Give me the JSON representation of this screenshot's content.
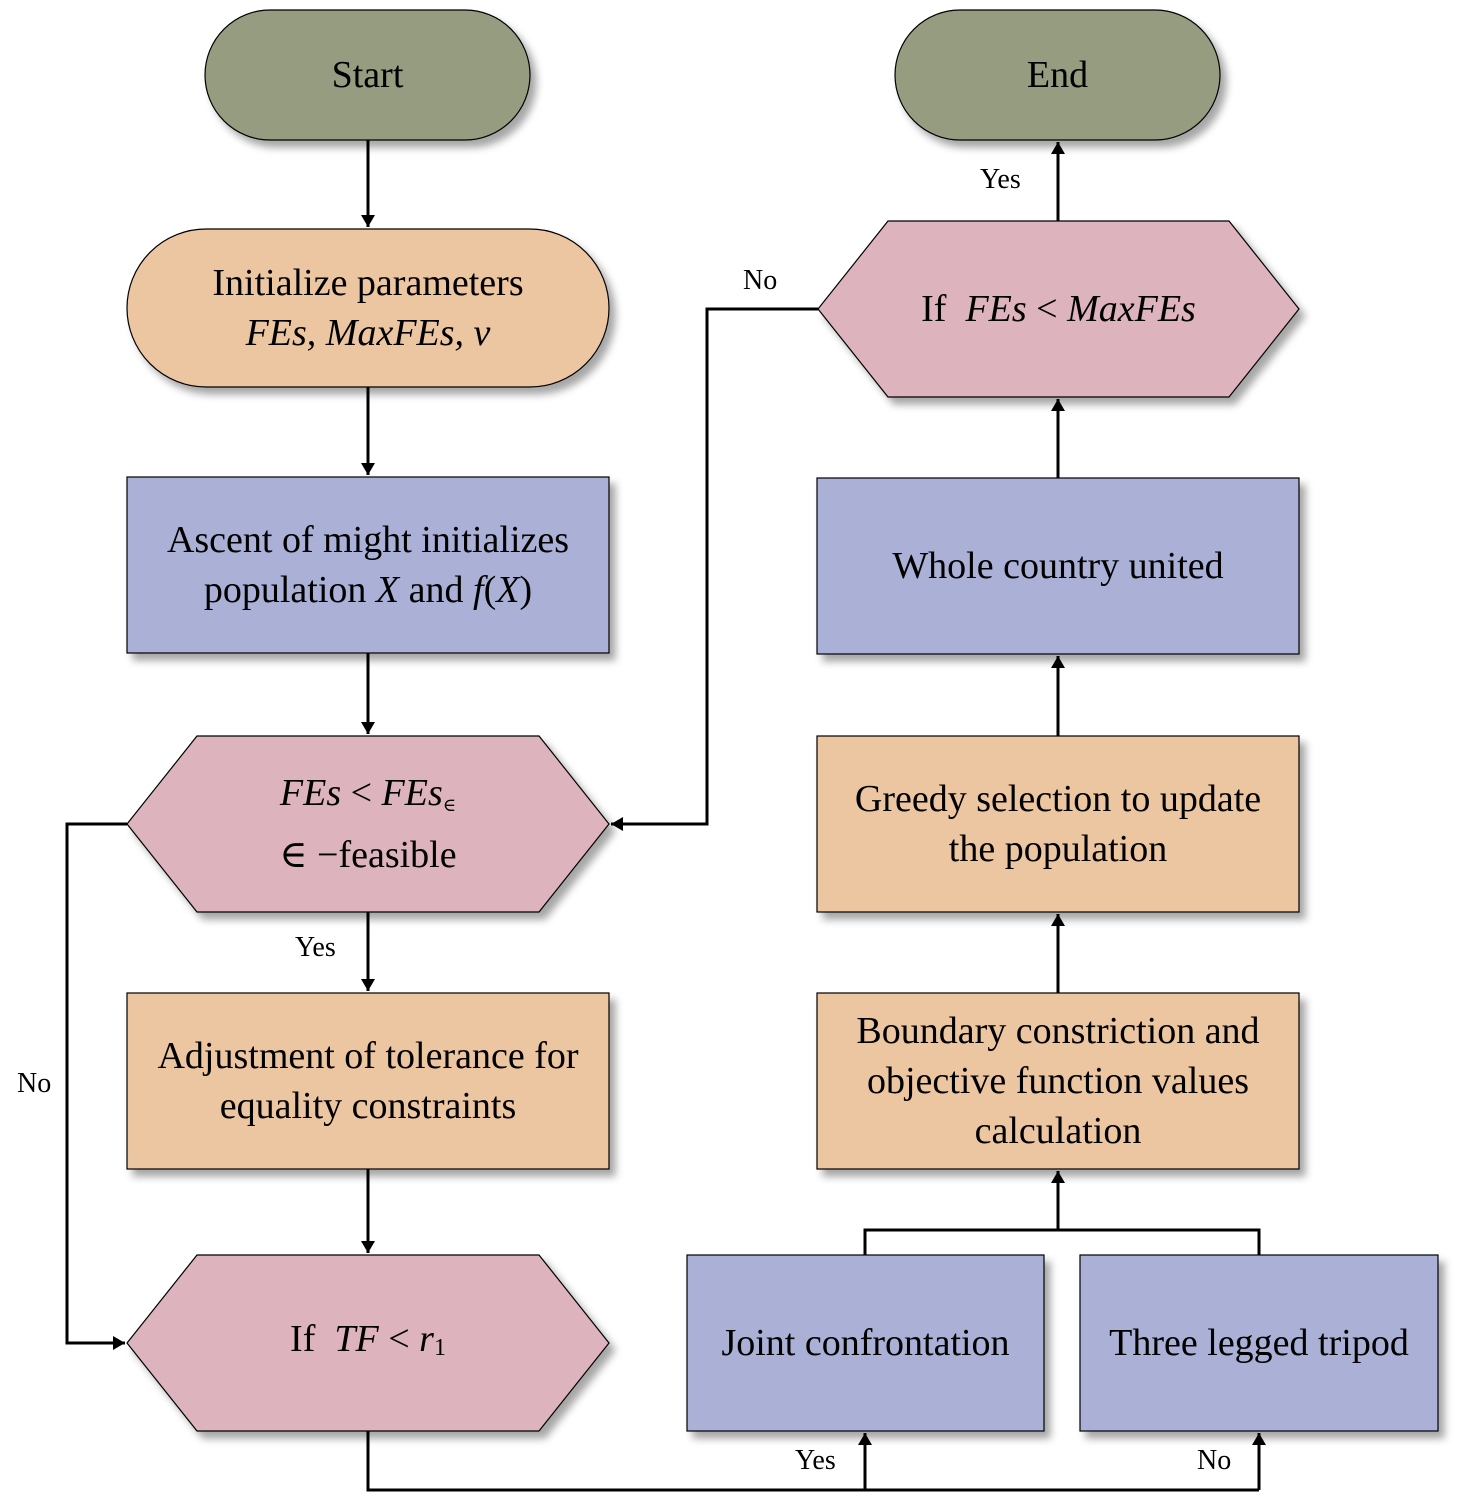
{
  "colors": {
    "terminal": "#969c80",
    "init": "#ecc5a1",
    "process_blue": "#abb0d6",
    "process_orange": "#ecc5a1",
    "decision": "#ddb4bd",
    "stroke": "#000000"
  },
  "nodes": {
    "start": {
      "label": "Start"
    },
    "end": {
      "label": "End"
    },
    "init_params": {
      "line1": "Initialize parameters",
      "line2": "FEs, MaxFEs, v"
    },
    "ascent": {
      "line1": "Ascent of might initializes",
      "line2_a": "population ",
      "line2_b": "X",
      "line2_c": " and ",
      "line2_d": "f",
      "line2_e": "(",
      "line2_f": "X",
      "line2_g": ")"
    },
    "feasible_check": {
      "line1_a": "FEs",
      "line1_b": " < ",
      "line1_c": "FEs",
      "line1_sub": "∈",
      "line2": "∈ −feasible"
    },
    "adjust_tolerance": {
      "line1": "Adjustment of tolerance for",
      "line2": "equality constraints"
    },
    "tf_check": {
      "prefix": "If  ",
      "var": "TF",
      "op": " < ",
      "r": "r",
      "sub": "1"
    },
    "joint": {
      "label": "Joint confrontation"
    },
    "tripod": {
      "label": "Three legged tripod"
    },
    "boundary": {
      "line1": "Boundary constriction and",
      "line2": "objective function values",
      "line3": "calculation"
    },
    "greedy": {
      "line1": "Greedy selection to update",
      "line2": "the population"
    },
    "whole_country": {
      "label": "Whole country united"
    },
    "fes_check": {
      "prefix": "If  ",
      "var1": "FEs",
      "op": " < ",
      "var2": "MaxFEs"
    }
  },
  "edge_labels": {
    "feasible_yes": "Yes",
    "feasible_no": "No",
    "tf_yes": "Yes",
    "tf_no": "No",
    "fes_yes": "Yes",
    "fes_no": "No"
  }
}
